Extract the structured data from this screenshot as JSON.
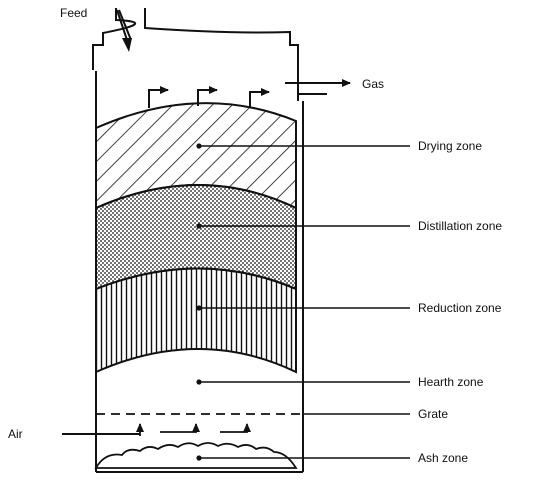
{
  "labels": {
    "feed": "Feed",
    "gas": "Gas",
    "air": "Air",
    "drying": "Drying zone",
    "distillation": "Distillation zone",
    "reduction": "Reduction zone",
    "hearth": "Hearth zone",
    "grate": "Grate",
    "ash": "Ash zone"
  },
  "colors": {
    "ink": "#111111",
    "background": "#ffffff"
  }
}
